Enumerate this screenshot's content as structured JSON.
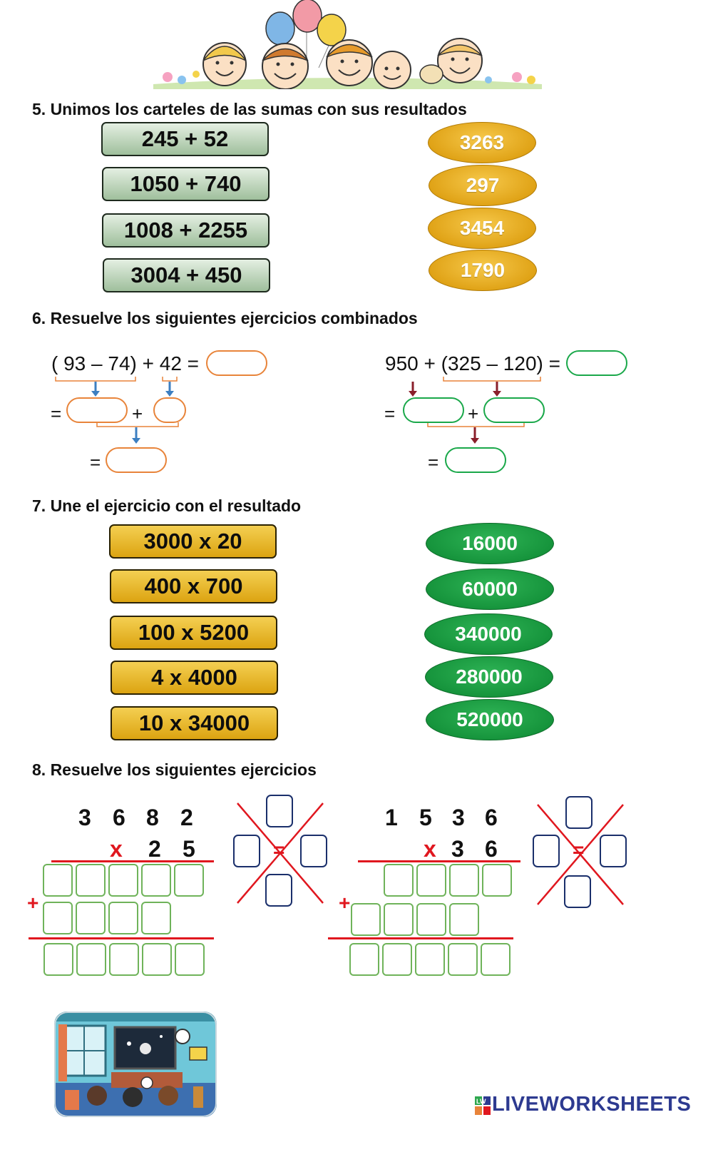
{
  "sections": {
    "s5": {
      "heading": "5. Unimos los carteles de las sumas con sus resultados"
    },
    "s6": {
      "heading": "6. Resuelve los siguientes ejercicios combinados"
    },
    "s7": {
      "heading": "7. Une el ejercicio con el resultado"
    },
    "s8": {
      "heading": "8. Resuelve los siguientes ejercicios"
    }
  },
  "sums": [
    "245 + 52",
    "1050 + 740",
    "1008 + 2255",
    "3004 + 450"
  ],
  "sum_results": [
    "3263",
    "297",
    "3454",
    "1790"
  ],
  "combined": {
    "left": {
      "expression": "( 93 – 74) + 42 ="
    },
    "right": {
      "expression": "950 + (325 – 120) ="
    },
    "equals": "=",
    "plus": "+"
  },
  "products": [
    "3000 x 20",
    "400 x 700",
    "100 x 5200",
    "4 x 4000",
    "10 x 34000"
  ],
  "product_results": [
    "16000",
    "60000",
    "340000",
    "280000",
    "520000"
  ],
  "multiplications": {
    "left": {
      "top": [
        "3",
        "6",
        "8",
        "2"
      ],
      "bottom": [
        "2",
        "5"
      ]
    },
    "right": {
      "top": [
        "1",
        "5",
        "3",
        "6"
      ],
      "bottom": [
        "3",
        "6"
      ]
    },
    "times": "x",
    "plus": "+",
    "check_equals": "="
  },
  "brand": {
    "name": "LIVEWORKSHEETS",
    "logo_letters": "LW"
  },
  "colors": {
    "accent_red": "#e0171f",
    "orange_box": "#e8843a",
    "green_box": "#1aa84a",
    "brand_blue": "#2d3a90"
  },
  "illustrations": {
    "header": "children-with-balloons-illustration",
    "footer": "classroom-illustration"
  }
}
